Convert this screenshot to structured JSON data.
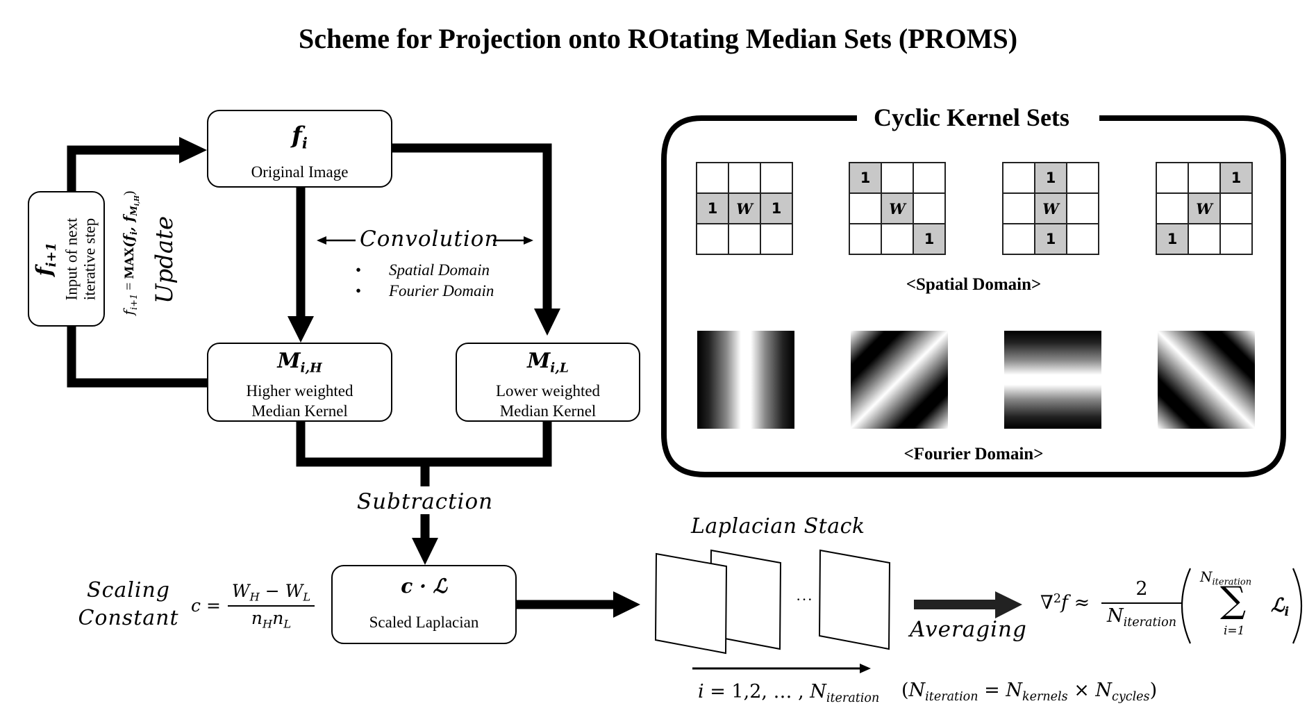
{
  "title": "Scheme for Projection onto ROtating Median Sets (PROMS)",
  "nodes": {
    "original_image": {
      "symbol": "f",
      "symbol_sub": "i",
      "label": "Original Image"
    },
    "next_input": {
      "symbol": "f",
      "symbol_sub": "i+1",
      "label_line1": "Input of next",
      "label_line2": "iterative step"
    },
    "higher_kernel": {
      "symbol": "M",
      "symbol_sub": "i,H",
      "label_line1": "Higher weighted",
      "label_line2": "Median Kernel"
    },
    "lower_kernel": {
      "symbol": "M",
      "symbol_sub": "i,L",
      "label_line1": "Lower weighted",
      "label_line2": "Median Kernel"
    },
    "scaled_laplacian": {
      "symbol": "c · ℒ",
      "label": "Scaled Laplacian"
    }
  },
  "update": {
    "formula_lhs": "f",
    "formula_lhs_sub": "i+1",
    "formula_eq": " = ",
    "formula_op": "MAX",
    "formula_args_open": "(f",
    "formula_arg1_sub": "i",
    "formula_sep": ", f",
    "formula_arg2_sub": "M",
    "formula_arg2_subsub": "i,H",
    "formula_close": ")",
    "label": "Update"
  },
  "convolution": {
    "label": "Convolution",
    "domains": [
      "Spatial Domain",
      "Fourier Domain"
    ]
  },
  "subtraction": {
    "label": "Subtraction"
  },
  "scaling_constant": {
    "label_line1": "Scaling",
    "label_line2": "Constant",
    "lhs": "c =",
    "numerator": {
      "a": "W",
      "a_sub": "H",
      "op": " − ",
      "b": "W",
      "b_sub": "L"
    },
    "denominator": {
      "a": "n",
      "a_sub": "H",
      "b": "n",
      "b_sub": "L"
    }
  },
  "cyclic_kernel_sets": {
    "title": "Cyclic Kernel Sets",
    "spatial_label": "<Spatial Domain>",
    "fourier_label": "<Fourier Domain>",
    "kernels": [
      {
        "cells": [
          "",
          "",
          "",
          "1",
          "W",
          "1",
          "",
          "",
          ""
        ],
        "highlighted": [
          3,
          4,
          5
        ]
      },
      {
        "cells": [
          "1",
          "",
          "",
          "",
          "W",
          "",
          "",
          "",
          "1"
        ],
        "highlighted": [
          0,
          4,
          8
        ]
      },
      {
        "cells": [
          "",
          "1",
          "",
          "",
          "W",
          "",
          "",
          "1",
          ""
        ],
        "highlighted": [
          1,
          4,
          7
        ]
      },
      {
        "cells": [
          "",
          "",
          "1",
          "",
          "W",
          "",
          "1",
          "",
          ""
        ],
        "highlighted": [
          2,
          4,
          6
        ]
      }
    ],
    "fourier_patterns": [
      {
        "orientation": "vertical-stripes"
      },
      {
        "orientation": "diagonal-ascending"
      },
      {
        "orientation": "horizontal-stripes"
      },
      {
        "orientation": "diagonal-descending"
      }
    ],
    "cell_highlight_color": "#c8c8c8"
  },
  "laplacian_stack": {
    "label": "Laplacian Stack",
    "ellipsis": "···",
    "index_label_var": "i",
    "index_label_values": " = 1,2, … , ",
    "index_label_N": "N",
    "index_label_N_sub": "iteration"
  },
  "averaging": {
    "label": "Averaging",
    "arrow_color": "#222222",
    "formula": {
      "lhs": "∇",
      "lhs_sup": "2",
      "lhs_var": "f",
      "approx": " ≈ ",
      "frac_num": "2",
      "frac_den": "N",
      "frac_den_sub": "iteration",
      "sum_upper": "N",
      "sum_upper_sub": "iteration",
      "sum_symbol": "∑",
      "sum_lower": "i=1",
      "term": "ℒ",
      "term_sub": "i"
    }
  },
  "iteration_note": {
    "open": "(N",
    "n_sub": "iteration",
    "eq": " = N",
    "k_sub": "kernels",
    "times": " × N",
    "c_sub": "cycles",
    "close": ")"
  }
}
